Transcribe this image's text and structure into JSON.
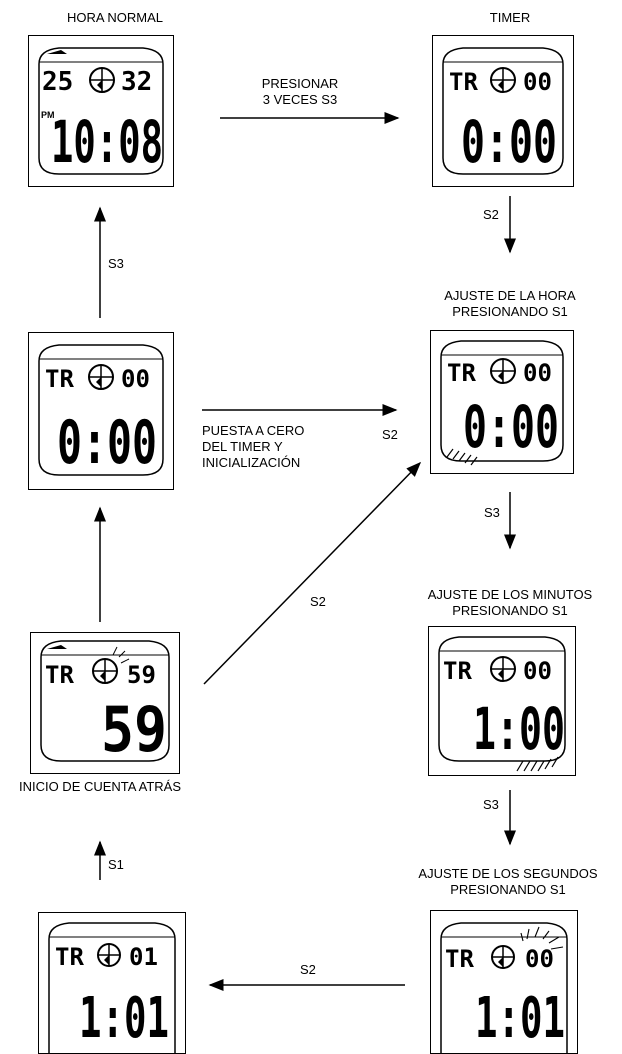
{
  "labels": {
    "hora_normal": "HORA NORMAL",
    "timer": "TIMER",
    "presionar_1": "PRESIONAR",
    "presionar_2": "3 VECES S3",
    "s2_a": "S2",
    "s3_a": "S3",
    "ajuste_hora_1": "AJUSTE DE LA HORA",
    "ajuste_hora_2": "PRESIONANDO S1",
    "puesta_1": "PUESTA A CERO",
    "puesta_2": "DEL TIMER Y",
    "puesta_3": "INICIALIZACIÓN",
    "s2_b": "S2",
    "s3_b": "S3",
    "s2_c": "S2",
    "ajuste_min_1": "AJUSTE DE LOS MINUTOS",
    "ajuste_min_2": "PRESIONANDO S1",
    "inicio": "INICIO DE CUENTA ATRÁS",
    "s3_c": "S3",
    "ajuste_seg_1": "AJUSTE DE LOS SEGUNDOS",
    "ajuste_seg_2": "PRESIONANDO S1",
    "s1": "S1",
    "s2_d": "S2"
  },
  "displays": {
    "normal": {
      "top_left": "25",
      "top_right": "32",
      "pm": "PM",
      "main": "10:08"
    },
    "timer": {
      "top_left": "TR",
      "top_right": "00",
      "main": "0:00"
    },
    "reset": {
      "top_left": "TR",
      "top_right": "00",
      "main": "0:00"
    },
    "hour": {
      "top_left": "TR",
      "top_right": "00",
      "main": "0:00"
    },
    "countdown": {
      "top_left": "TR",
      "top_right": "59",
      "main": "59"
    },
    "minutes": {
      "top_left": "TR",
      "top_right": "00",
      "main": "1:00"
    },
    "set": {
      "top_left": "TR",
      "top_right": "01",
      "main": "1:01"
    },
    "seconds": {
      "top_left": "TR",
      "top_right": "00",
      "main": "1:01"
    }
  }
}
